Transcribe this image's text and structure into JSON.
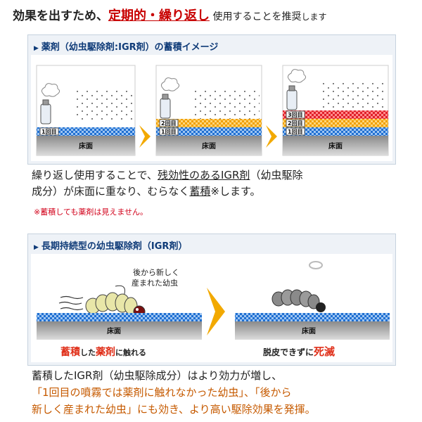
{
  "headline": {
    "prefix": "効果を出すため、",
    "emphasis": "定期的・繰り返し",
    "middle": " 使用することを推奨",
    "suffix": "します"
  },
  "panel1": {
    "title": "薬剤（幼虫駆除剤:IGR剤）の蓄積イメージ",
    "floor_label": "床面",
    "layers": [
      "1回目",
      "2回目",
      "3回目"
    ]
  },
  "description": {
    "line1_a": "繰り返し使用することで、",
    "line1_b": "残効性のあるIGR剤",
    "line1_c": "（幼虫駆除",
    "line2_a": "成分）が床面に重なり、むらなく",
    "line2_b": "蓄積",
    "line2_c": "※します。",
    "note": "※蓄積しても薬剤は見えません。"
  },
  "panel2": {
    "title": "長期持続型の幼虫駆除剤（IGR剤）",
    "larva_caption_1": "後から新しく",
    "larva_caption_2": "産まれた幼虫",
    "floor_label": "床面",
    "left_caption_a": "蓄積",
    "left_caption_b": "した",
    "left_caption_c": "薬剤",
    "left_caption_d": "に触れる",
    "right_caption_a": "脱皮できずに",
    "right_caption_b": "死滅"
  },
  "bottom": {
    "line1": "蓄積したIGR剤（幼虫駆除成分）はより効力が増し、",
    "line2": "「1回目の噴霧では薬剤に触れなかった幼虫」、「後から",
    "line3": "新しく産まれた幼虫」にも効き、より高い駆除効果を発揮。"
  },
  "colors": {
    "accent_red": "#c80000",
    "orange_text": "#c65a00",
    "layer1": "#1f6fd1",
    "layer2": "#f0a000",
    "layer3": "#e0202a",
    "arrow": "#f2a900"
  }
}
